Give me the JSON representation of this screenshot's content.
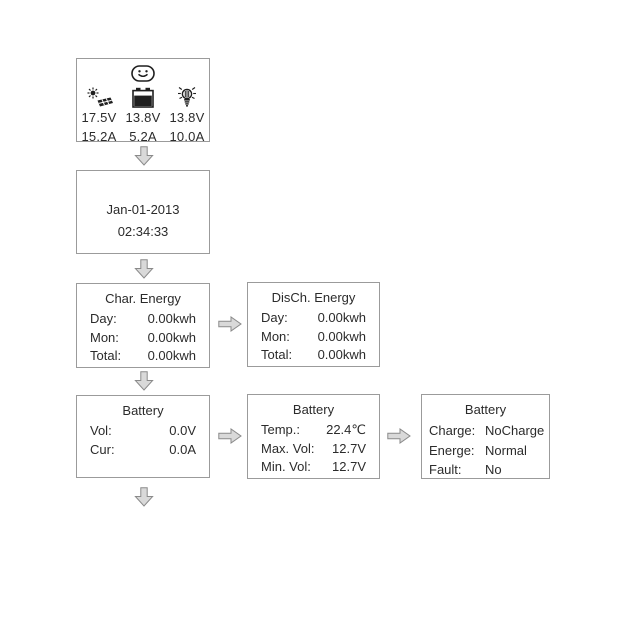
{
  "colors": {
    "background": "#ffffff",
    "box_border": "#9b9b9b",
    "text": "#2b2b2b",
    "arrow_fill": "#d9d9d9",
    "arrow_stroke": "#8a8a8a",
    "icon_ink": "#1f1f1f"
  },
  "status_screen": {
    "icons": [
      "smiley-face-icon",
      "solar-panel-icon",
      "battery-icon",
      "lamp-icon"
    ],
    "volts": [
      "17.5V",
      "13.8V",
      "13.8V"
    ],
    "amps": [
      "15.2A",
      "5.2A",
      "10.0A"
    ]
  },
  "clock_screen": {
    "date": "Jan-01-2013",
    "time": "02:34:33"
  },
  "charge_energy_screen": {
    "title": "Char. Energy",
    "rows": [
      {
        "label": "Day:",
        "value": "0.00kwh"
      },
      {
        "label": "Mon:",
        "value": "0.00kwh"
      },
      {
        "label": "Total:",
        "value": "0.00kwh"
      }
    ]
  },
  "discharge_energy_screen": {
    "title": "DisCh. Energy",
    "rows": [
      {
        "label": "Day:",
        "value": "0.00kwh"
      },
      {
        "label": "Mon:",
        "value": "0.00kwh"
      },
      {
        "label": "Total:",
        "value": "0.00kwh"
      }
    ]
  },
  "battery_vc_screen": {
    "title": "Battery",
    "rows": [
      {
        "label": "Vol:",
        "value": "0.0V"
      },
      {
        "label": "Cur:",
        "value": "0.0A"
      }
    ]
  },
  "battery_temp_screen": {
    "title": "Battery",
    "rows": [
      {
        "label": "Temp.:",
        "value": "22.4℃"
      },
      {
        "label": "Max. Vol:",
        "value": "12.7V"
      },
      {
        "label": "Min. Vol:",
        "value": "12.7V"
      }
    ]
  },
  "battery_state_screen": {
    "title": "Battery",
    "rows": [
      {
        "label": "Charge:",
        "value": "NoCharge"
      },
      {
        "label": "Energe:",
        "value": "Normal"
      },
      {
        "label": "Fault:",
        "value": "No"
      }
    ]
  }
}
